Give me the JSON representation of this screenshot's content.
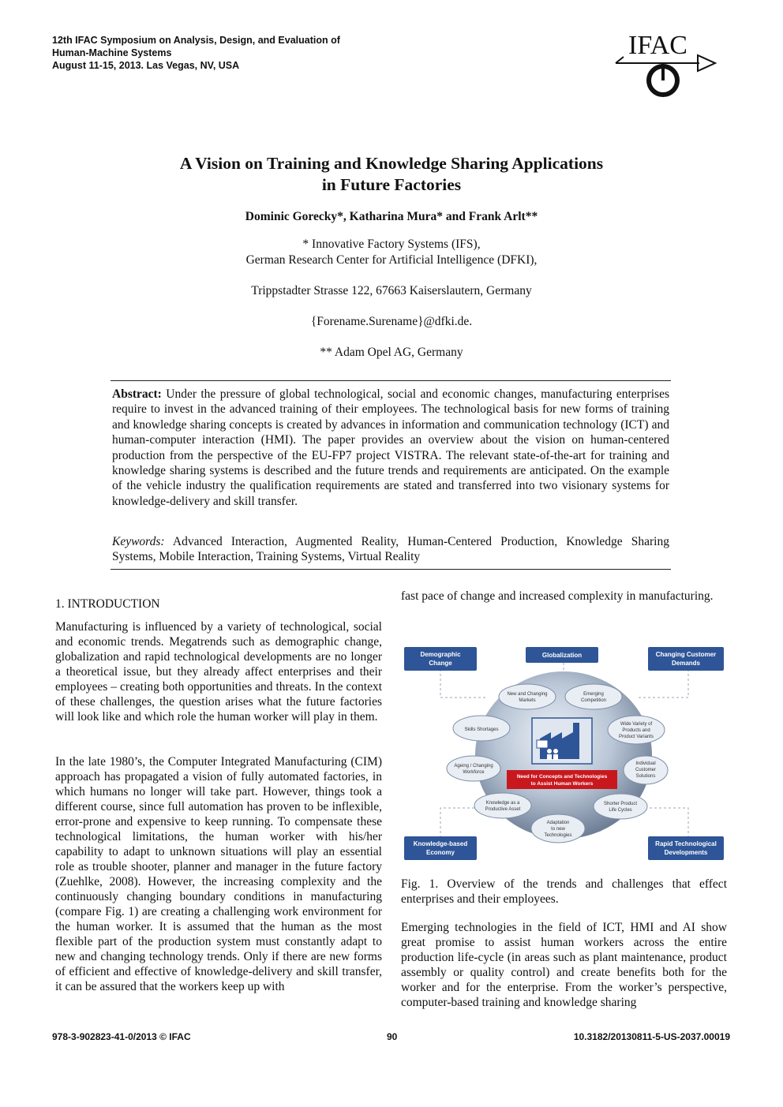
{
  "header": {
    "conference_line1": "12th IFAC Symposium on Analysis, Design, and Evaluation of",
    "conference_line2": "Human-Machine Systems",
    "conference_line3": "August 11-15, 2013. Las Vegas, NV, USA",
    "logo_text": "IFAC"
  },
  "title_line1": "A Vision on Training and Knowledge Sharing Applications",
  "title_line2": "in Future Factories",
  "authors": "Dominic Gorecky*, Katharina Mura* and Frank Arlt**",
  "affiliations": {
    "line1": "* Innovative Factory Systems (IFS),",
    "line2": "German Research Center for Artificial Intelligence (DFKI),",
    "address": "Trippstadter Strasse 122, 67663 Kaiserslautern, Germany",
    "email": "{Forename.Surename}@dfki.de.",
    "opel": "** Adam Opel AG, Germany"
  },
  "abstract": {
    "label": "Abstract:",
    "text": "Under the pressure of global technological, social and economic changes, manufacturing enterprises require to invest in the advanced training of their employees. The technological basis for new forms of training and knowledge sharing concepts is created by advances in information and communication technology (ICT) and human-computer interaction (HMI). The paper provides an overview about the vision on human-centered production from the perspective of the EU-FP7 project VISTRA. The relevant state-of-the-art for training and knowledge sharing systems is described and the future trends and requirements are anticipated. On the example of the vehicle industry the qualification requirements are stated and transferred into two visionary systems for knowledge-delivery and skill transfer."
  },
  "keywords": {
    "label": "Keywords:",
    "text": "Advanced Interaction, Augmented Reality, Human-Centered Production, Knowledge Sharing Systems, Mobile Interaction, Training Systems, Virtual Reality"
  },
  "section_heading": "1. INTRODUCTION",
  "left_col": {
    "p1": "Manufacturing is influenced by a variety of technological, social and economic trends. Megatrends such as demographic change, globalization and rapid technological developments are no longer a theoretical issue, but they already affect enterprises and their employees – creating both opportunities and threats. In the context of these challenges, the question arises what the future factories will look like and which role the human worker will play in them.",
    "p2": "In the late 1980’s, the Computer Integrated Manufacturing (CIM) approach has propagated a vision of fully automated factories, in which humans no longer will take part. However, things took a different course, since full automation has proven to be inflexible, error-prone and expensive to keep running. To compensate these technological limitations, the human worker with his/her capability to adapt to unknown situations will play an essential role as trouble shooter, planner and manager in the future factory (Zuehlke, 2008). However, the increasing complexity and the continuously changing boundary conditions in manufacturing (compare Fig. 1) are creating a challenging work environment for the human worker. It is assumed that the human as the most flexible part of the production system must constantly adapt to new and changing technology trends. Only if there are new forms of efficient and effective of knowledge-delivery and skill transfer, it can be assured that the workers keep up with"
  },
  "right_col": {
    "p0": "fast pace of change and increased complexity in manufacturing.",
    "caption": "Fig. 1. Overview of the trends and challenges that effect enterprises and their employees.",
    "p1": "Emerging technologies in the field of ICT, HMI and AI show great promise to assist human workers across the entire production life-cycle (in areas such as plant maintenance, product assembly or quality control) and create benefits both for the worker and for the enterprise. From the worker’s perspective, computer-based training and knowledge sharing"
  },
  "figure": {
    "boxes": {
      "demographic_1": "Demographic",
      "demographic_2": "Change",
      "globalization": "Globalization",
      "customer_1": "Changing Customer",
      "customer_2": "Demands",
      "knowledge_1": "Knowledge-based",
      "knowledge_2": "Economy",
      "tech_1": "Rapid Technological",
      "tech_2": "Developments"
    },
    "ellipses": {
      "markets_1": "New and Changing",
      "markets_2": "Markets",
      "competition_1": "Emerging",
      "competition_2": "Competition",
      "skills": "Skills Shortages",
      "variety_1": "Wide Variety of",
      "variety_2": "Products and",
      "variety_3": "Product Variants",
      "aging_1": "Ageing / Changing",
      "aging_2": "Workforce",
      "individual_1": "Individual",
      "individual_2": "Customer",
      "individual_3": "Solutions",
      "asset_1": "Knowledge as a",
      "asset_2": "Productive Asset",
      "lifecycles_1": "Shorter Product",
      "lifecycles_2": "Life Cycles",
      "adapt_1": "Adaptation",
      "adapt_2": "to new",
      "adapt_3": "Technologies"
    },
    "center_1": "Need for Concepts and Technologies",
    "center_2": "to Assist Human Workers",
    "box_color": "#2e5597",
    "center_color": "#c8181e"
  },
  "footer": {
    "isbn": "978-3-902823-41-0/2013 © IFAC",
    "page": "90",
    "doi": "10.3182/20130811-5-US-2037.00019"
  }
}
